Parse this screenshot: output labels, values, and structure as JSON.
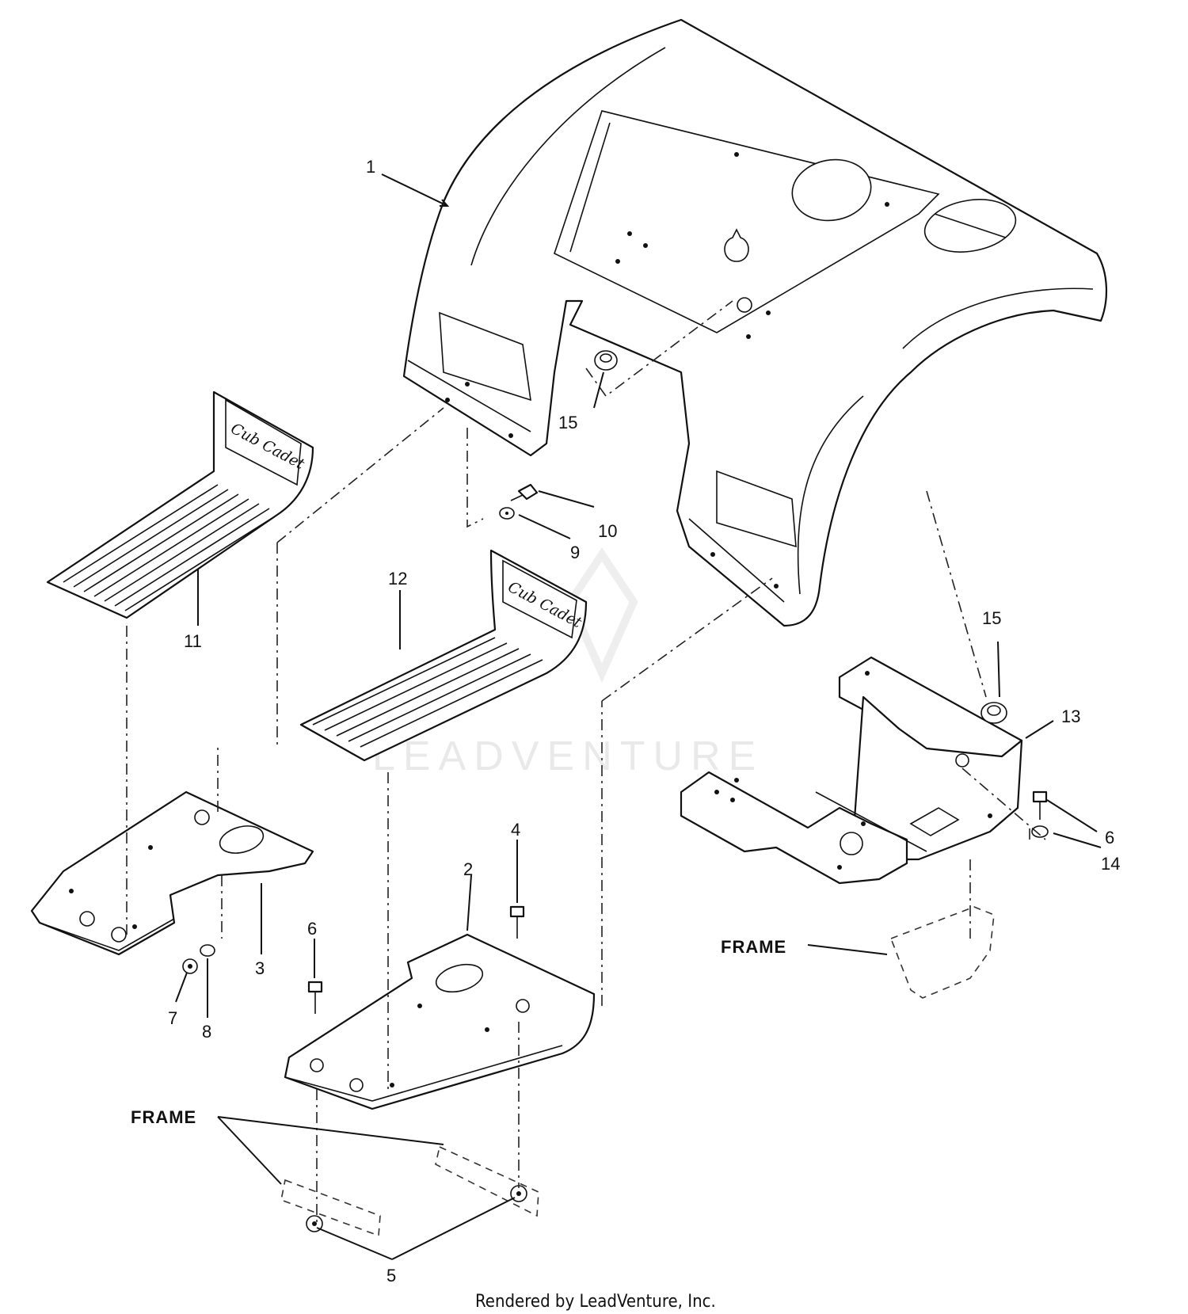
{
  "callouts": {
    "c1": "1",
    "c2": "2",
    "c3": "3",
    "c4": "4",
    "c5": "5",
    "c6a": "6",
    "c6b": "6",
    "c7": "7",
    "c8": "8",
    "c9": "9",
    "c10": "10",
    "c11": "11",
    "c12": "12",
    "c13": "13",
    "c14": "14",
    "c15a": "15",
    "c15b": "15"
  },
  "labels": {
    "frame_left": "FRAME",
    "frame_right": "FRAME",
    "mat_brand_left": "Cub Cadet",
    "mat_brand_center": "Cub Cadet"
  },
  "watermark": "LEADVENTURE",
  "footer": "Rendered by LeadVenture, Inc."
}
